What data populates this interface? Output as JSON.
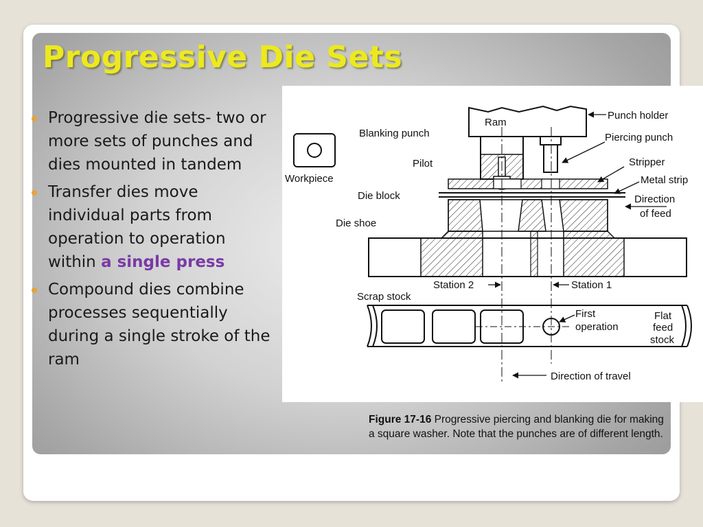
{
  "slide": {
    "title": "Progressive Die Sets",
    "bullets": [
      {
        "text": "Progressive die sets- two or more sets of punches and dies mounted in tandem"
      },
      {
        "text": "Transfer dies move individual parts from operation to operation within ",
        "highlight": "a single press"
      },
      {
        "text": "Compound dies combine processes sequentially during a single stroke of the ram"
      }
    ],
    "colors": {
      "title": "#ece91e",
      "bullet_dot": "#e8a33a",
      "highlight": "#7a3aa6"
    }
  },
  "figure": {
    "labels": {
      "ram": "Ram",
      "punch_holder": "Punch holder",
      "blanking_punch": "Blanking punch",
      "piercing_punch": "Piercing punch",
      "pilot": "Pilot",
      "stripper": "Stripper",
      "workpiece": "Workpiece",
      "metal_strip": "Metal strip",
      "die_block": "Die block",
      "direction_of_feed_1": "Direction",
      "direction_of_feed_2": "of feed",
      "die_shoe": "Die shoe",
      "station_2": "Station 2",
      "station_1": "Station 1",
      "scrap_stock": "Scrap stock",
      "first_operation_1": "First",
      "first_operation_2": "operation",
      "flat_feed_stock_1": "Flat",
      "flat_feed_stock_2": "feed",
      "flat_feed_stock_3": "stock",
      "direction_of_travel": "Direction of travel"
    },
    "caption": {
      "label": "Figure 17-16",
      "text": " Progressive piercing and blanking die for making a square washer. Note that the punches are of different length."
    }
  }
}
